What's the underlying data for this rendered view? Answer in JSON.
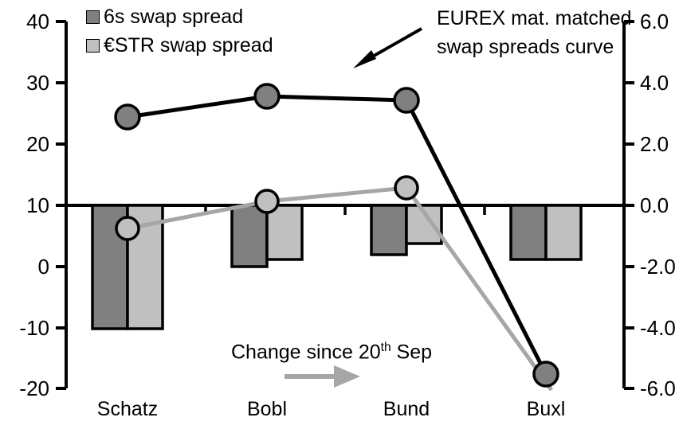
{
  "chart_data": {
    "type": "bar",
    "title": "",
    "xlabel": "",
    "ylabel": "",
    "categories": [
      "Schatz",
      "Bobl",
      "Bund",
      "Buxl"
    ],
    "left_axis": {
      "ticks": [
        "40",
        "30",
        "20",
        "10",
        "0",
        "-10",
        "-20"
      ],
      "values": [
        40,
        30,
        20,
        10,
        0,
        -10,
        -20
      ],
      "ylim": [
        -20,
        40
      ]
    },
    "right_axis": {
      "ticks": [
        "6.0",
        "4.0",
        "2.0",
        "0.0",
        "-2.0",
        "-4.0",
        "-6.0"
      ],
      "values": [
        6.0,
        4.0,
        2.0,
        0.0,
        -2.0,
        -4.0,
        -6.0
      ],
      "ylim": [
        -6.0,
        6.0
      ]
    },
    "zero_line_value": 0.0,
    "grid": false,
    "legend_position": "top-left",
    "series": [
      {
        "name": "6s swap spread",
        "type": "bar",
        "axis": "right",
        "color": "#808080",
        "values": [
          -4.1,
          -1.95,
          -1.55,
          -1.75
        ]
      },
      {
        "name": "€STR swap spread",
        "type": "bar",
        "axis": "right",
        "color": "#c0c0c0",
        "values": [
          -4.1,
          -1.8,
          -1.25,
          -1.75
        ]
      },
      {
        "name": "EUREX mat. matched swap spreads curve",
        "type": "line",
        "axis": "left",
        "color": "#000000",
        "marker_color": "#808080",
        "values": [
          24.5,
          28.0,
          27.3,
          -18.0
        ]
      },
      {
        "name": "€STR swap spread curve",
        "type": "line",
        "axis": "left",
        "color": "#a6a6a6",
        "marker_color": "#c0c0c0",
        "values": [
          6.1,
          10.5,
          12.8,
          -20.5
        ]
      }
    ]
  },
  "legend": {
    "items": [
      {
        "label": "6s swap spread",
        "color": "#808080"
      },
      {
        "label": "€STR swap spread",
        "color": "#c0c0c0"
      }
    ]
  },
  "annotations": {
    "curve_note_line1": "EUREX mat. matched",
    "curve_note_line2": "swap spreads curve",
    "change_note_prefix": "Change since 20",
    "change_note_sup": "th",
    "change_note_suffix": " Sep"
  },
  "axis_left": {
    "t0": "40",
    "t1": "30",
    "t2": "20",
    "t3": "10",
    "t4": "0",
    "t5": "-10",
    "t6": "-20"
  },
  "axis_right": {
    "t0": "6.0",
    "t1": "4.0",
    "t2": "2.0",
    "t3": "0.0",
    "t4": "-2.0",
    "t5": "-4.0",
    "t6": "-6.0"
  },
  "categories": {
    "c0": "Schatz",
    "c1": "Bobl",
    "c2": "Bund",
    "c3": "Buxl"
  },
  "colors": {
    "dark_gray": "#808080",
    "light_gray": "#c0c0c0",
    "line_black": "#000000",
    "line_gray": "#a6a6a6",
    "axis": "#000000"
  }
}
